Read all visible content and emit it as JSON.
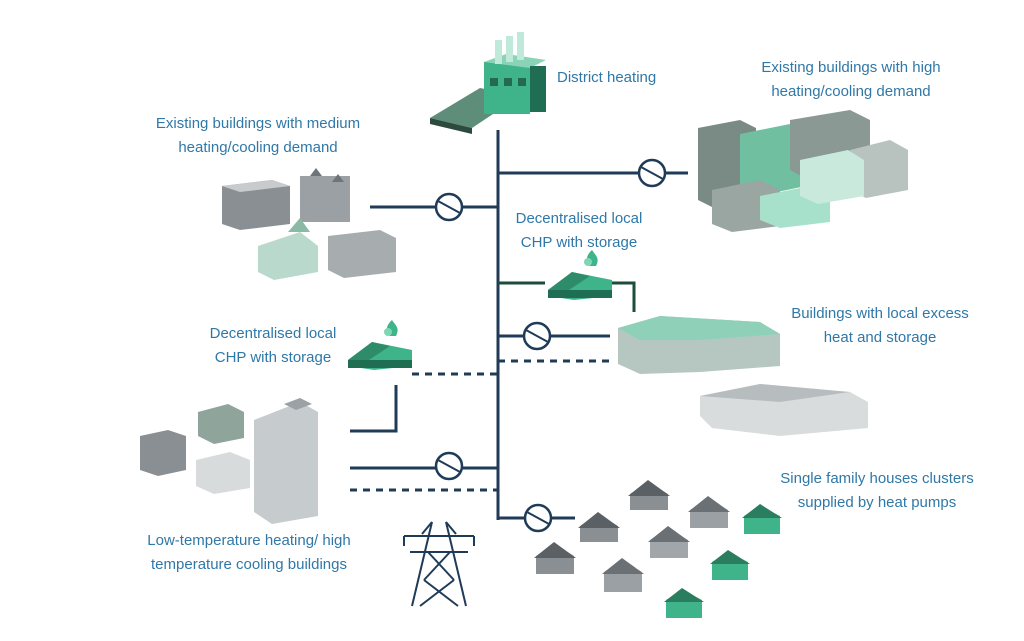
{
  "colors": {
    "line": "#1f3b57",
    "accent_green": "#3fb48a",
    "label_blue": "#2f78a8",
    "building_gray": "#8a8f93"
  },
  "labels": {
    "district_heating": "District heating",
    "existing_high": [
      "Existing buildings with high",
      "heating/cooling demand"
    ],
    "existing_medium": [
      "Existing buildings with medium",
      "heating/cooling demand"
    ],
    "chp_center": [
      "Decentralised local",
      "CHP with storage"
    ],
    "chp_left": [
      "Decentralised local",
      "CHP with storage"
    ],
    "excess_heat": [
      "Buildings with local excess",
      "heat and storage"
    ],
    "single_family": [
      "Single family houses clusters",
      "supplied by heat pumps"
    ],
    "low_temp": [
      "Low-temperature heating/ high",
      "temperature cooling buildings"
    ]
  },
  "icons": [
    "factory-icon",
    "heat-exchanger-icon",
    "chp-plant-icon",
    "power-pylon-icon",
    "building-cluster-icon",
    "house-icon"
  ]
}
